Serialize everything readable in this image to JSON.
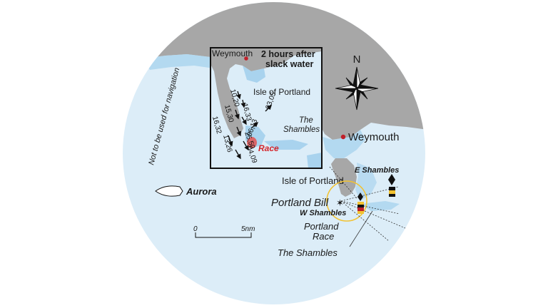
{
  "map": {
    "compass_label": "N",
    "disclaimer": "Not to be used for navigation",
    "vessel_label": "Aurora",
    "scale": {
      "start": "0",
      "end": "5nm"
    },
    "places": {
      "weymouth": "Weymouth",
      "isle_of_portland": "Isle of Portland",
      "portland_bill": "Portland Bill",
      "w_shambles": "W Shambles",
      "e_shambles": "E Shambles",
      "portland_race": [
        "Portland",
        "Race"
      ],
      "the_shambles": "The Shambles"
    },
    "colors": {
      "sea": "#dcedf8",
      "shallow": "#a9d3ee",
      "land": "#a7a7a7",
      "race": "#e05a5a",
      "race_text": "#d4252b",
      "bill_ring": "#f2c230"
    }
  },
  "inset": {
    "title": [
      "2 hours after",
      "slack water"
    ],
    "weymouth": "Weymouth",
    "isle_of_portland": "Isle of Portland",
    "the_shambles": [
      "The",
      "Shambles"
    ],
    "race": "Race",
    "tidal_rates": [
      "10,20",
      "16,33",
      "15,30",
      "25,50",
      "16,32",
      "13,26",
      "04,09",
      "06,13",
      "03,05"
    ]
  }
}
